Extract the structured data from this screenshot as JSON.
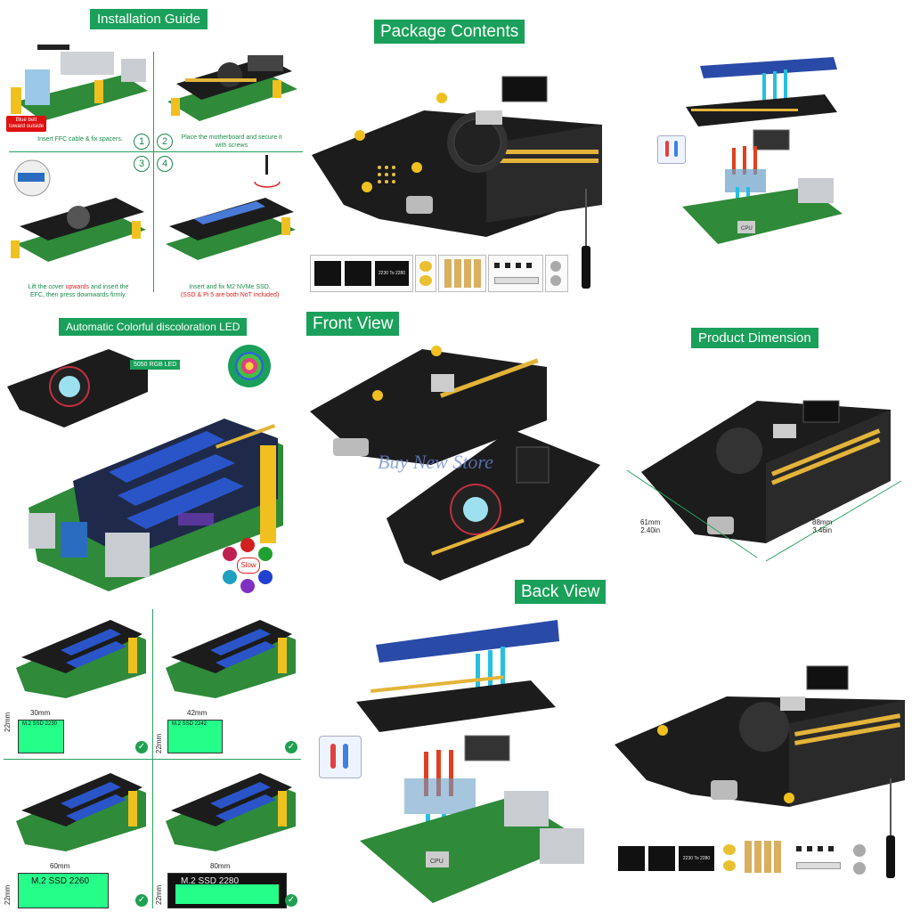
{
  "installation": {
    "title": "Installation Guide",
    "step_numbers": [
      "1",
      "2",
      "3",
      "4"
    ],
    "blue_belt_note": [
      "Blue belt",
      "toward outside"
    ],
    "step1": "Insert FFC cable & fix spacers.",
    "step2": [
      "Place the motherboard and secure it",
      "with screws"
    ],
    "step3": [
      "Lift the cover ",
      "upwards",
      " and insert the",
      "EFC, then press downwards firmly."
    ],
    "step4": [
      "Insert and fix M2 NVMe SSD.",
      "(SSD & Pi 5 are both NoT included)"
    ]
  },
  "package": {
    "title": "Package Contents",
    "adapter_label": "2230 To 2280"
  },
  "led": {
    "title": "Automatic Colorful discoloration LED",
    "led_label": "5050 RGB LED",
    "slow_label": "Slow"
  },
  "front_view": {
    "title": "Front View"
  },
  "back_view": {
    "title": "Back View"
  },
  "watermark": "Buy New Store",
  "dimension": {
    "title": "Product Dimension",
    "width_mm": "61mm",
    "width_in": "2.40in",
    "length_mm": "88mm",
    "length_in": "3.46in"
  },
  "ssd_sizes": [
    {
      "length": "30mm",
      "width": "22mm",
      "label": "M.2 SSD 2230"
    },
    {
      "length": "42mm",
      "width": "22mm",
      "label": "M.2 SSD 2242"
    },
    {
      "length": "60mm",
      "width": "22mm",
      "label": "M.2  SSD  2260"
    },
    {
      "length": "80mm",
      "width": "22mm",
      "label": "M.2  SSD  2280"
    }
  ],
  "cpu_label": "CPU",
  "colors": {
    "accent": "#1aa05a",
    "ssd_green": "#25ff8a",
    "pcb": "#1c1c1c",
    "pin": "#e3b43a"
  },
  "icons": [
    "check-icon",
    "thermometer-icon",
    "screwdriver-icon",
    "rotate-arrow-icon"
  ]
}
